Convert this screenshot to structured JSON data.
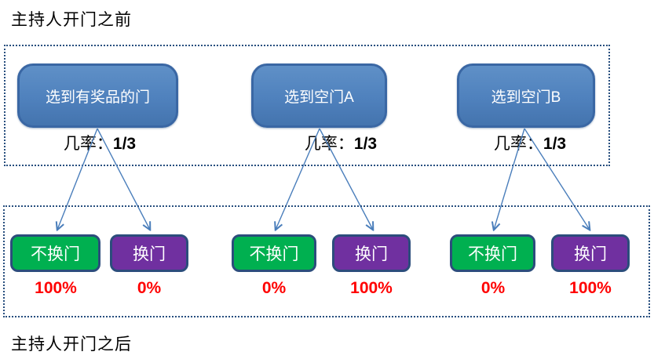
{
  "titles": {
    "before": "主持人开门之前",
    "after": "主持人开门之后"
  },
  "colors": {
    "choice_node_fill": "#4F81BD",
    "choice_node_border": "#3A67A4",
    "stay_node_fill": "#00B050",
    "switch_node_fill": "#7030A0",
    "outcome_border": "#2C4D7C",
    "dashed_border": "#274E7E",
    "arrow": "#4A7EBB",
    "percent_text": "#FF0000"
  },
  "prob_prefix": "几率：",
  "scenarios": [
    {
      "choice": "选到有奖品的门",
      "probability": "1/3",
      "outcomes": [
        {
          "label": "不换门",
          "percent": "100%"
        },
        {
          "label": "换门",
          "percent": "0%"
        }
      ]
    },
    {
      "choice": "选到空门A",
      "probability": "1/3",
      "outcomes": [
        {
          "label": "不换门",
          "percent": "0%"
        },
        {
          "label": "换门",
          "percent": "100%"
        }
      ]
    },
    {
      "choice": "选到空门B",
      "probability": "1/3",
      "outcomes": [
        {
          "label": "不换门",
          "percent": "0%"
        },
        {
          "label": "换门",
          "percent": "100%"
        }
      ]
    }
  ]
}
